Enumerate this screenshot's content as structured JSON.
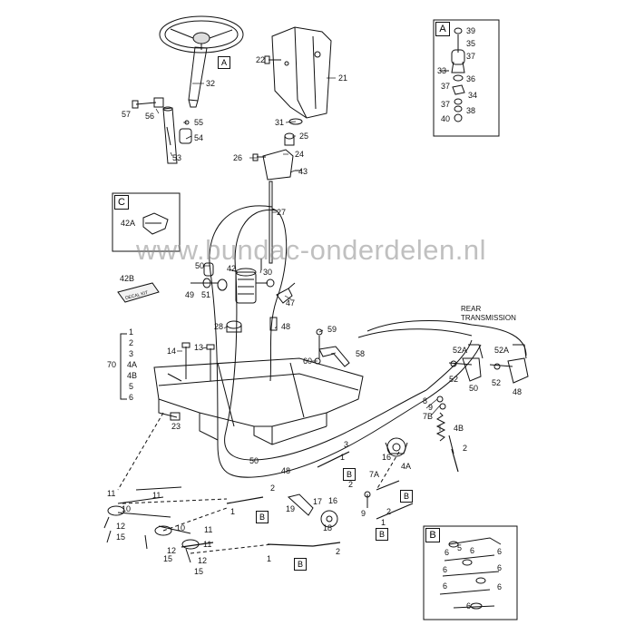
{
  "watermark": "www.bundac-onderdelen.nl",
  "rear_note": {
    "line1": "REAR",
    "line2": "TRANSMISSION"
  },
  "insets": {
    "a": "A",
    "b": "B",
    "c": "C"
  },
  "decal_text": "DECAL KIT",
  "ref_tags": {
    "a_tag": "A",
    "b_tag_1": "B",
    "b_tag_2": "B",
    "b_tag_3": "B",
    "b_tag_4": "B",
    "b_tag_5": "B"
  },
  "decal_group": {
    "label": "70",
    "items": [
      "1",
      "2",
      "3",
      "4A",
      "4B",
      "5",
      "6"
    ]
  },
  "callouts": {
    "c32": "32",
    "c22": "22",
    "c21": "21",
    "c57": "57",
    "c56": "56",
    "c55": "55",
    "c54": "54",
    "c53": "53",
    "c31": "31",
    "c25": "25",
    "c26": "26",
    "c24": "24",
    "c43": "43",
    "c27": "27",
    "c42a": "42A",
    "c50a": "50",
    "c42": "42",
    "c30": "30",
    "c49": "49",
    "c51": "51",
    "c42b": "42B",
    "c47": "47",
    "c48a": "48",
    "c28": "28",
    "c59": "59",
    "c58": "58",
    "c60": "60",
    "c14": "14",
    "c13": "13",
    "c23": "23",
    "c52a_1": "52A",
    "c52a_2": "52A",
    "c52_1": "52",
    "c52_2": "52",
    "c50b": "50",
    "c48b": "48",
    "c8": "8",
    "c9": "9",
    "c7b": "7B",
    "c4b": "4B",
    "c2a": "2",
    "c3": "3",
    "c1a": "1",
    "c16a": "16",
    "c4a": "4A",
    "c7a": "7A",
    "c2b": "2",
    "c50c": "50",
    "c48c": "48",
    "c11a": "11",
    "c11b": "11",
    "c11c": "11",
    "c10": "10",
    "c12a": "12",
    "c15a": "15",
    "c2c": "2",
    "c1b": "1",
    "c19": "19",
    "c17": "17",
    "c16b": "16",
    "c18": "18",
    "c9b": "9",
    "c2d": "2",
    "c1c": "1",
    "c11d": "11",
    "c10b": "10",
    "c12b": "12",
    "c15b": "15",
    "c12c": "12",
    "c15c": "15",
    "c1d": "1",
    "c2e": "2"
  },
  "inset_a_callouts": [
    "39",
    "35",
    "37",
    "33",
    "36",
    "37",
    "34",
    "37",
    "38",
    "40"
  ],
  "inset_b_callouts": [
    "6",
    "5",
    "6",
    "6",
    "6",
    "6",
    "6",
    "6",
    "6"
  ]
}
